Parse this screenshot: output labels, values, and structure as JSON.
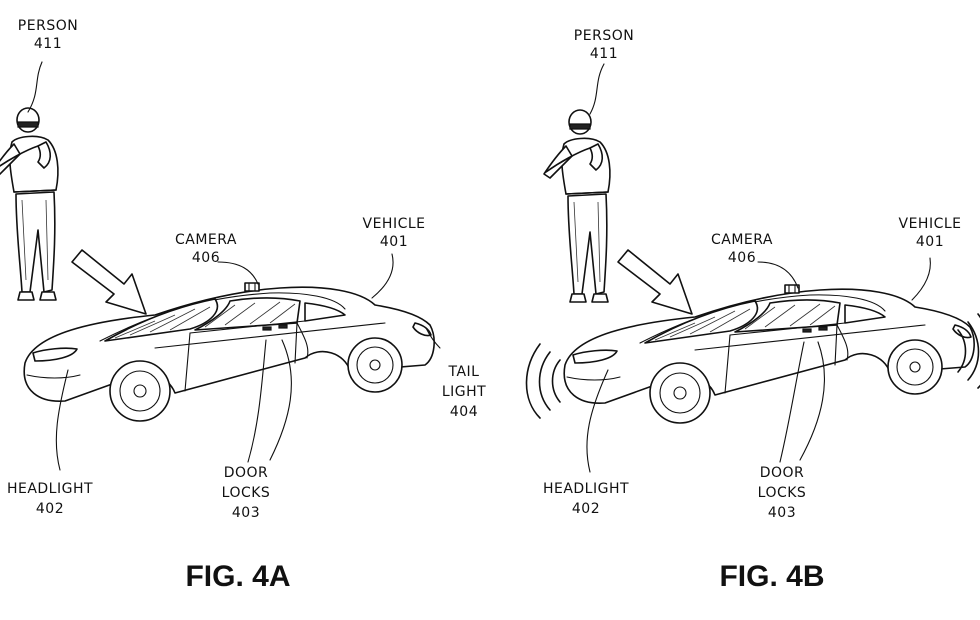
{
  "figures": [
    {
      "caption": "FIG. 4A",
      "labels": {
        "person": [
          "PERSON",
          "411"
        ],
        "camera": [
          "CAMERA",
          "406"
        ],
        "vehicle": [
          "VEHICLE",
          "401"
        ],
        "tail_light": [
          "TAIL",
          "LIGHT",
          "404"
        ],
        "headlight": [
          "HEADLIGHT",
          "402"
        ],
        "door_locks": [
          "DOOR",
          "LOCKS",
          "403"
        ]
      }
    },
    {
      "caption": "FIG. 4B",
      "labels": {
        "person": [
          "PERSON",
          "411"
        ],
        "camera": [
          "CAMERA",
          "406"
        ],
        "vehicle": [
          "VEHICLE",
          "401"
        ],
        "headlight": [
          "HEADLIGHT",
          "402"
        ],
        "door_locks": [
          "DOOR",
          "LOCKS",
          "403"
        ]
      }
    }
  ]
}
